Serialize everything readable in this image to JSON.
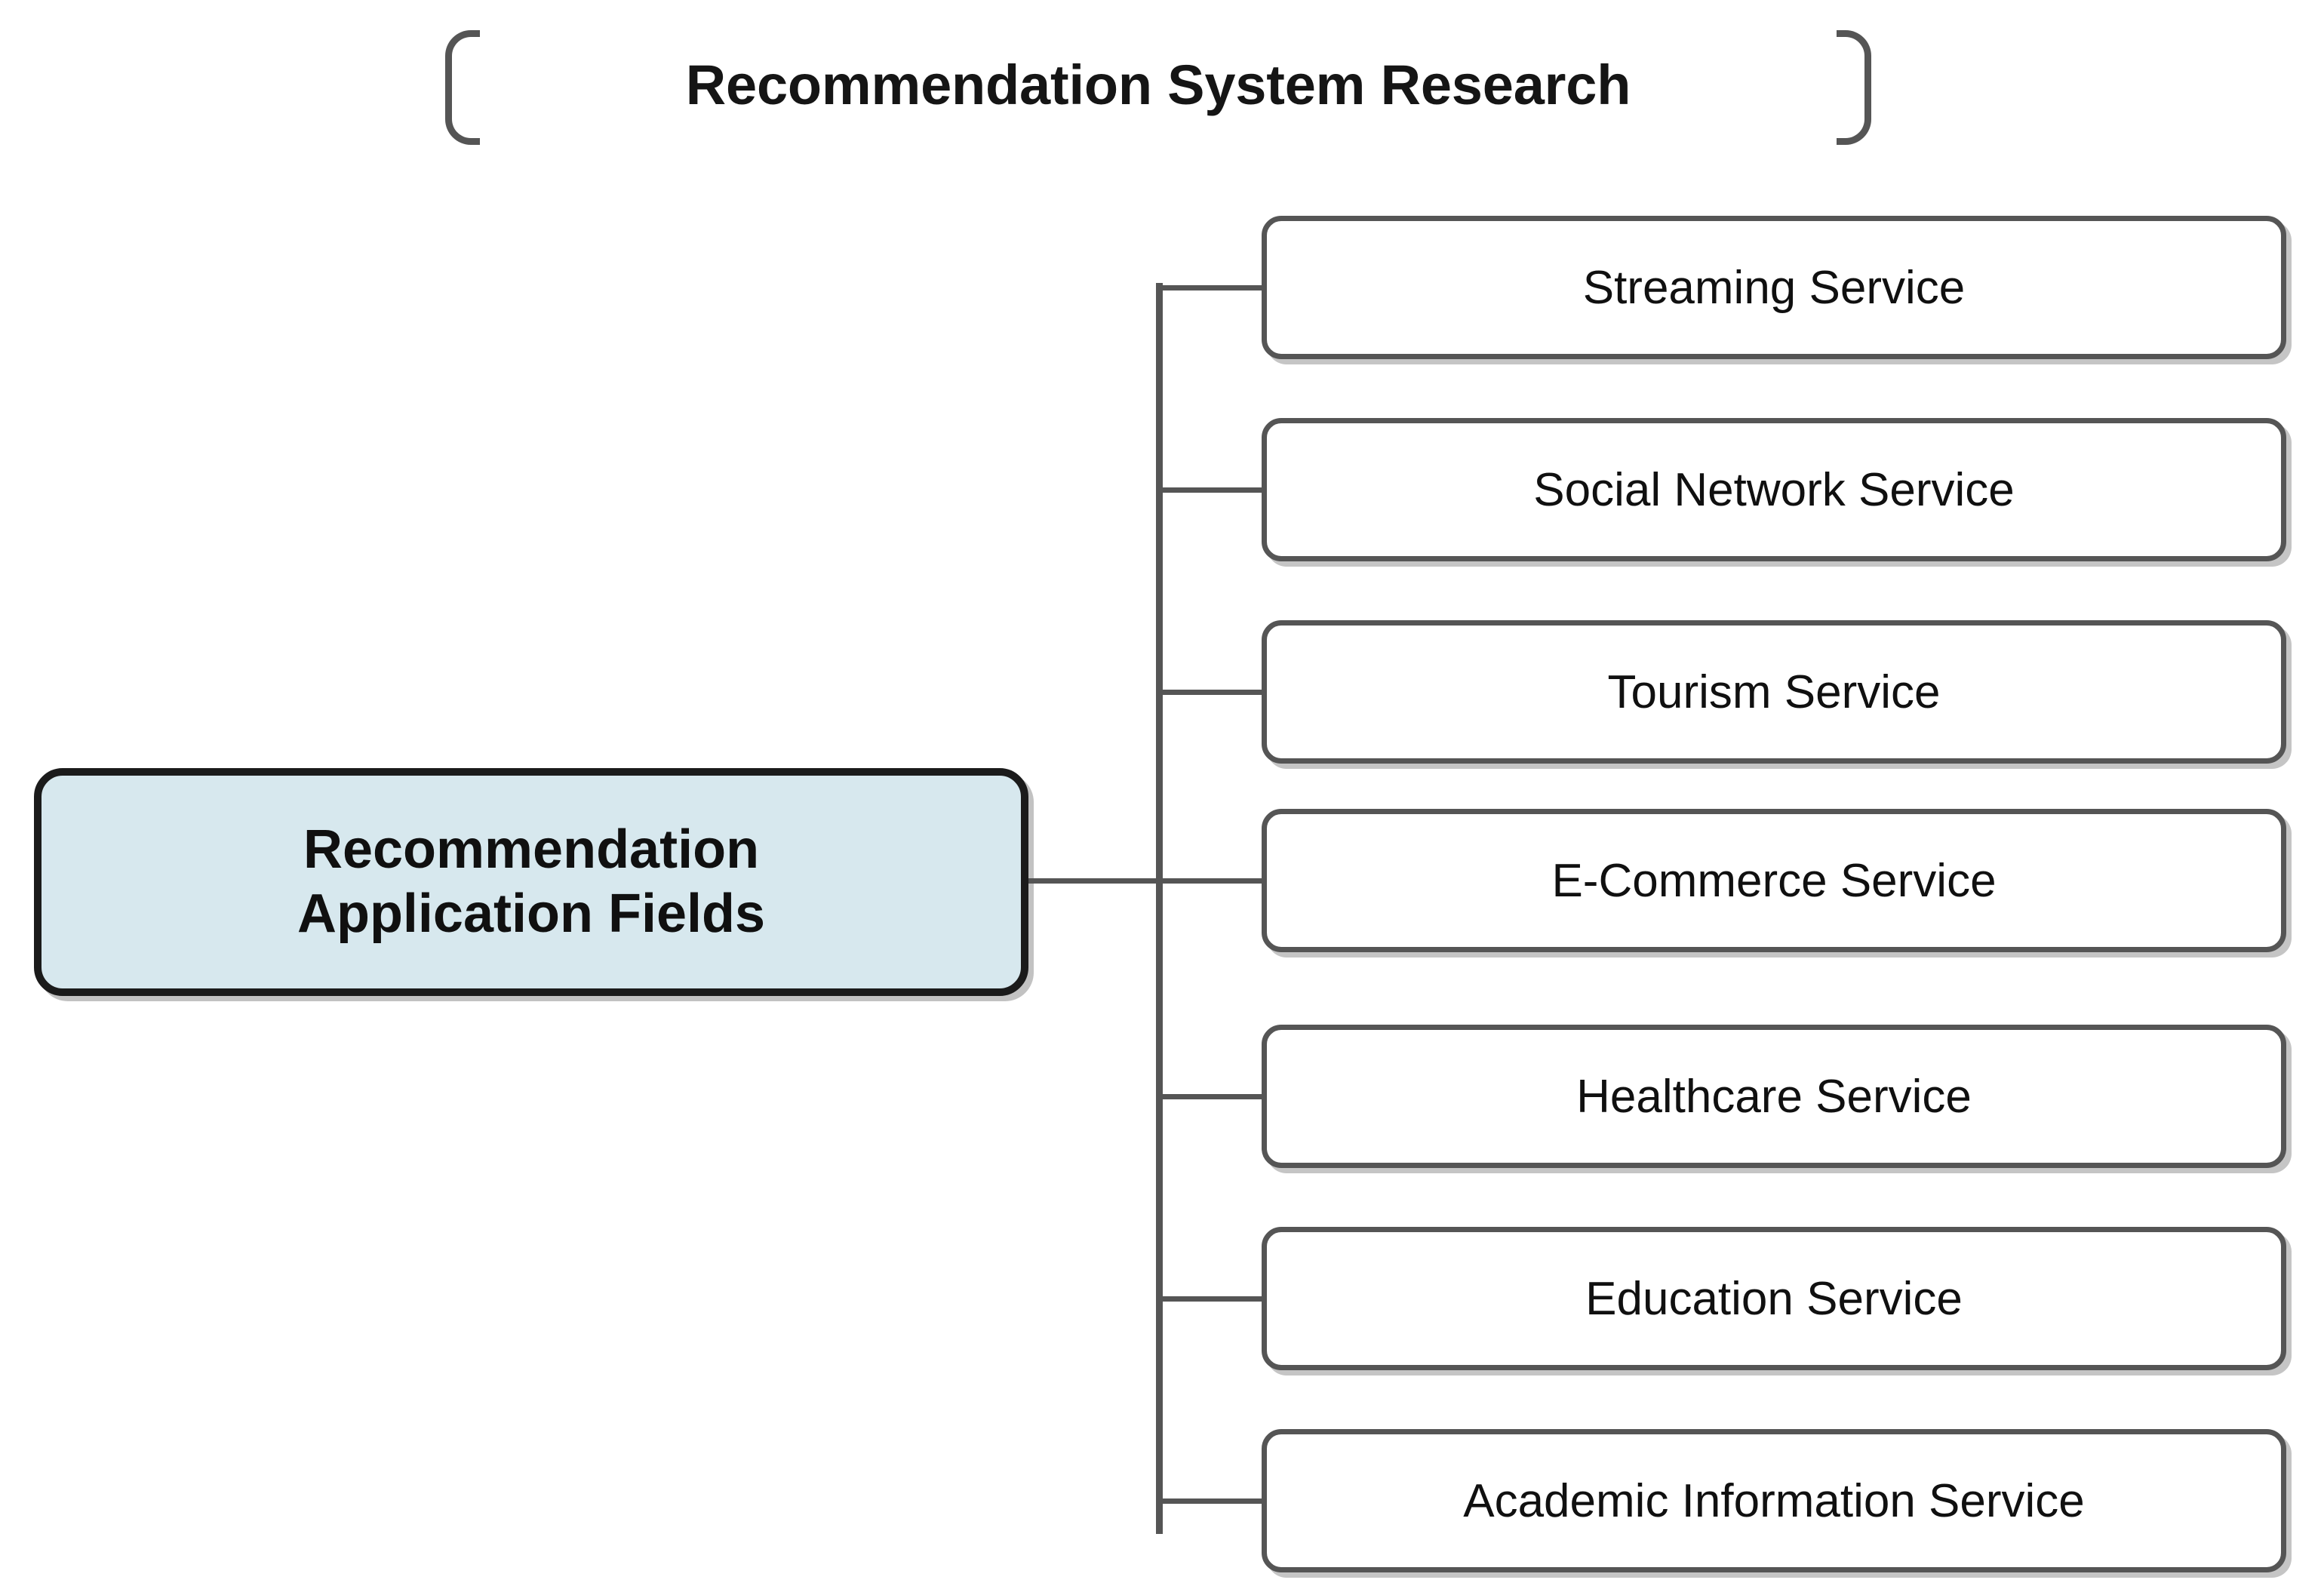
{
  "diagram": {
    "title": "Recommendation System Research",
    "title_brackets": {
      "left": "(",
      "right": ")"
    },
    "root": {
      "label": "Recommendation\nApplication Fields",
      "line1": "Recommendation",
      "line2": "Application Fields",
      "fill_color": "#d7e8ee",
      "border_color": "#1b1b1b"
    },
    "children": [
      {
        "label": "Streaming Service"
      },
      {
        "label": "Social Network Service"
      },
      {
        "label": "Tourism Service"
      },
      {
        "label": "E-Commerce Service"
      },
      {
        "label": "Healthcare Service"
      },
      {
        "label": "Education Service"
      },
      {
        "label": "Academic Information Service"
      }
    ],
    "colors": {
      "background": "#ffffff",
      "connector": "#555555",
      "child_border": "#555555",
      "child_fill": "#ffffff",
      "text": "#101010"
    }
  }
}
